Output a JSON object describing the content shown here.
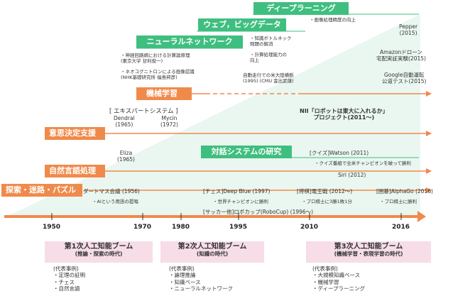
{
  "booms": {
    "deep_learning": "ディープラーニング",
    "web_bigdata": "ウェブ，ビッグデータ",
    "neural_network": "ニューラルネットワーク",
    "machine_learning": "機械学習",
    "dialogue_research": "対話システムの研究"
  },
  "tracks": {
    "decision_support": "意思決定支援",
    "nlp": "自然言語処理",
    "search": "探索・迷路・パズル"
  },
  "notes": {
    "deep_learning_note": "画像処理精度の向上",
    "web_note1": "知識ボトルネック\n問題の解消",
    "web_note2": "計算処理能力の\n向上",
    "nn_note1": "神経回路網における計算論原理\n(東京大学 甘利俊一)",
    "nn_note2": "ネオコグニトロンによる画像認識\n(NHK基礎研究所 福島邦彦)",
    "cmu": "自動走行での米大陸横断\n(1995) (CMU 金出武雄)"
  },
  "events": {
    "pepper": "Pepper\n(2015)",
    "amazon": "Amazonドローン\n宅配実証実験(2015)",
    "google": "Google自動運転\n公道テスト(2015)",
    "expert_system": "[ エキスパートシステム ]",
    "dendral": "Dendral\n(1965)",
    "mycin": "Mycin\n(1972)",
    "nii": "NII「ロボットは東大に入れるか」\nプロジェクト(2011～)",
    "eliza": "Eliza\n(1965)",
    "watson": "[クイズ]Watson (2011)",
    "watson_note": "クイズ番組で全米チャンピオンを破って勝利",
    "siri": "Siri (2012)",
    "dartmouth": "ダートマス会議 (1956)",
    "dartmouth_note": "AIという用語の提唱",
    "deepblue": "[チェス]Deep Blue (1997)",
    "deepblue_note": "世界チャンピオンに勝利",
    "ryuo": "[将棋]電王戦 (2012～)",
    "ryuo_note": "プロ棋士に3勝1敗1分",
    "alphago": "[囲碁]AlphaGo (2016)",
    "alphago_note": "プロ棋士に勝利",
    "robocup": "[サッカー他]ロボカップ(RoboCup) (1996～)"
  },
  "years": [
    "1950",
    "1970",
    "1980",
    "1995",
    "2010",
    "2016"
  ],
  "periods": [
    {
      "title": "第1次人工知能ブーム",
      "sub": "(推論・探索の時代)"
    },
    {
      "title": "第2次人工知能ブーム",
      "sub": "(知識の時代)"
    },
    {
      "title": "第3次人工知能ブーム",
      "sub": "(機械学習・表現学習の時代)"
    }
  ],
  "examples": [
    {
      "heading": "(代表事例)",
      "items": [
        "定理の証明",
        "チェス",
        "自然言語"
      ]
    },
    {
      "heading": "(代表事例)",
      "items": [
        "論理推論",
        "知識ベース",
        "ニューラルネットワーク"
      ]
    },
    {
      "heading": "(代表事例)",
      "items": [
        "大規模知識ベース",
        "機械学習",
        "ディープラーニング"
      ]
    }
  ],
  "colors": {
    "green": "#3fbf7f",
    "orange": "#f08a4b",
    "pink": "#f6dde8",
    "bg_light": "#eaf7f0"
  }
}
